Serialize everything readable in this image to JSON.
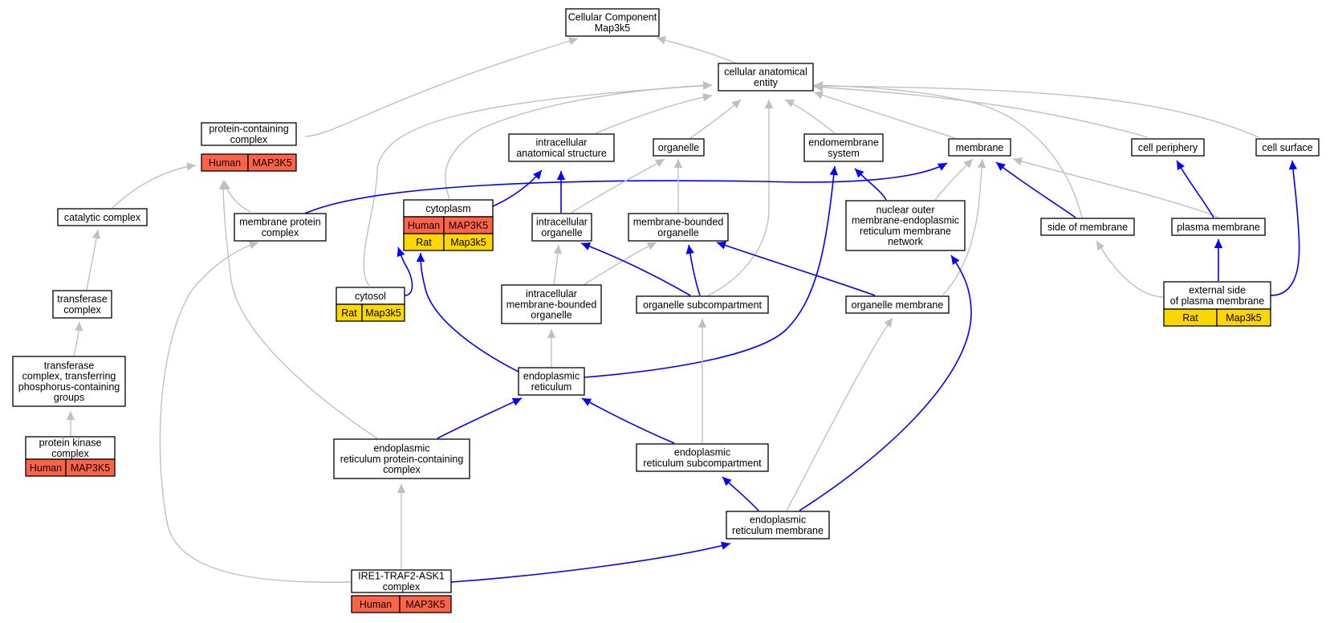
{
  "colors": {
    "human_tag": "#ff6347",
    "rat_tag": "#ffd700",
    "is_a_edge": "#c0c0c0",
    "part_of_edge": "#0000ff"
  },
  "nodes": {
    "root": [
      "Cellular Component",
      "Map3k5"
    ],
    "cae": [
      "cellular anatomical",
      "entity"
    ],
    "pcc": [
      "protein-containing",
      "complex"
    ],
    "ias": [
      "intracellular",
      "anatomical structure"
    ],
    "org": [
      "organelle"
    ],
    "ems": [
      "endomembrane",
      "system"
    ],
    "mem": [
      "membrane"
    ],
    "cper": [
      "cell periphery"
    ],
    "csurf": [
      "cell surface"
    ],
    "catc": [
      "catalytic complex"
    ],
    "mpc": [
      "membrane protein",
      "complex"
    ],
    "cyto": [
      "cytoplasm"
    ],
    "iorg": [
      "intracellular",
      "organelle"
    ],
    "mbo": [
      "membrane-bounded",
      "organelle"
    ],
    "nuc": [
      "nuclear outer",
      "membrane-endoplasmic",
      "reticulum membrane",
      "network"
    ],
    "som": [
      "side of membrane"
    ],
    "pm": [
      "plasma membrane"
    ],
    "trc": [
      "transferase",
      "complex"
    ],
    "cytosol": [
      "cytosol"
    ],
    "imbo": [
      "intracellular",
      "membrane-bounded",
      "organelle"
    ],
    "osub": [
      "organelle subcompartment"
    ],
    "omem": [
      "organelle membrane"
    ],
    "espm": [
      "external side",
      "of plasma membrane"
    ],
    "tcp": [
      "transferase",
      "complex, transferring",
      "phosphorus-containing",
      "groups"
    ],
    "er": [
      "endoplasmic",
      "reticulum"
    ],
    "pkc": [
      "protein kinase",
      "complex"
    ],
    "erpcc": [
      "endoplasmic",
      "reticulum protein-containing",
      "complex"
    ],
    "ersub": [
      "endoplasmic",
      "reticulum subcompartment"
    ],
    "erm": [
      "endoplasmic",
      "reticulum membrane"
    ],
    "ire": [
      "IRE1-TRAF2-ASK1",
      "complex"
    ]
  },
  "annotations": {
    "pcc": [
      [
        "Human",
        "MAP3K5"
      ]
    ],
    "cyto": [
      [
        "Human",
        "MAP3K5"
      ],
      [
        "Rat",
        "Map3k5"
      ]
    ],
    "cytosol": [
      [
        "Rat",
        "Map3k5"
      ]
    ],
    "espm": [
      [
        "Rat",
        "Map3k5"
      ]
    ],
    "pkc": [
      [
        "Human",
        "MAP3K5"
      ]
    ],
    "ire": [
      [
        "Human",
        "MAP3K5"
      ]
    ]
  },
  "edges": [
    [
      "cae",
      "root",
      "is_a"
    ],
    [
      "pcc",
      "root",
      "is_a"
    ],
    [
      "ias",
      "cae",
      "is_a"
    ],
    [
      "org",
      "cae",
      "is_a"
    ],
    [
      "ems",
      "cae",
      "is_a"
    ],
    [
      "mem",
      "cae",
      "is_a"
    ],
    [
      "cper",
      "cae",
      "is_a"
    ],
    [
      "csurf",
      "cae",
      "is_a"
    ],
    [
      "cyto",
      "cae",
      "is_a"
    ],
    [
      "cytosol",
      "cae",
      "is_a"
    ],
    [
      "osub",
      "cae",
      "is_a"
    ],
    [
      "som",
      "cae",
      "is_a"
    ],
    [
      "catc",
      "pcc",
      "is_a"
    ],
    [
      "mpc",
      "pcc",
      "is_a"
    ],
    [
      "erpcc",
      "pcc",
      "is_a"
    ],
    [
      "mpc",
      "mem",
      "part_of"
    ],
    [
      "cyto",
      "ias",
      "part_of"
    ],
    [
      "iorg",
      "ias",
      "part_of"
    ],
    [
      "iorg",
      "org",
      "is_a"
    ],
    [
      "mbo",
      "org",
      "is_a"
    ],
    [
      "nuc",
      "ems",
      "part_of"
    ],
    [
      "nuc",
      "mem",
      "is_a"
    ],
    [
      "omem",
      "mem",
      "is_a"
    ],
    [
      "som",
      "mem",
      "part_of"
    ],
    [
      "pm",
      "mem",
      "is_a"
    ],
    [
      "pm",
      "cper",
      "part_of"
    ],
    [
      "espm",
      "csurf",
      "part_of"
    ],
    [
      "espm",
      "pm",
      "part_of"
    ],
    [
      "espm",
      "som",
      "is_a"
    ],
    [
      "trc",
      "catc",
      "is_a"
    ],
    [
      "tcp",
      "trc",
      "is_a"
    ],
    [
      "pkc",
      "tcp",
      "is_a"
    ],
    [
      "cytosol",
      "cyto",
      "part_of"
    ],
    [
      "imbo",
      "iorg",
      "is_a"
    ],
    [
      "imbo",
      "mbo",
      "is_a"
    ],
    [
      "osub",
      "iorg",
      "part_of"
    ],
    [
      "osub",
      "mbo",
      "part_of"
    ],
    [
      "omem",
      "mbo",
      "part_of"
    ],
    [
      "er",
      "imbo",
      "is_a"
    ],
    [
      "er",
      "cyto",
      "part_of"
    ],
    [
      "er",
      "ems",
      "part_of"
    ],
    [
      "erpcc",
      "er",
      "part_of"
    ],
    [
      "ersub",
      "er",
      "part_of"
    ],
    [
      "ersub",
      "osub",
      "is_a"
    ],
    [
      "erm",
      "ersub",
      "part_of"
    ],
    [
      "erm",
      "omem",
      "is_a"
    ],
    [
      "erm",
      "nuc",
      "part_of"
    ],
    [
      "ire",
      "erpcc",
      "is_a"
    ],
    [
      "ire",
      "erm",
      "part_of"
    ],
    [
      "ire",
      "mpc",
      "is_a"
    ]
  ]
}
